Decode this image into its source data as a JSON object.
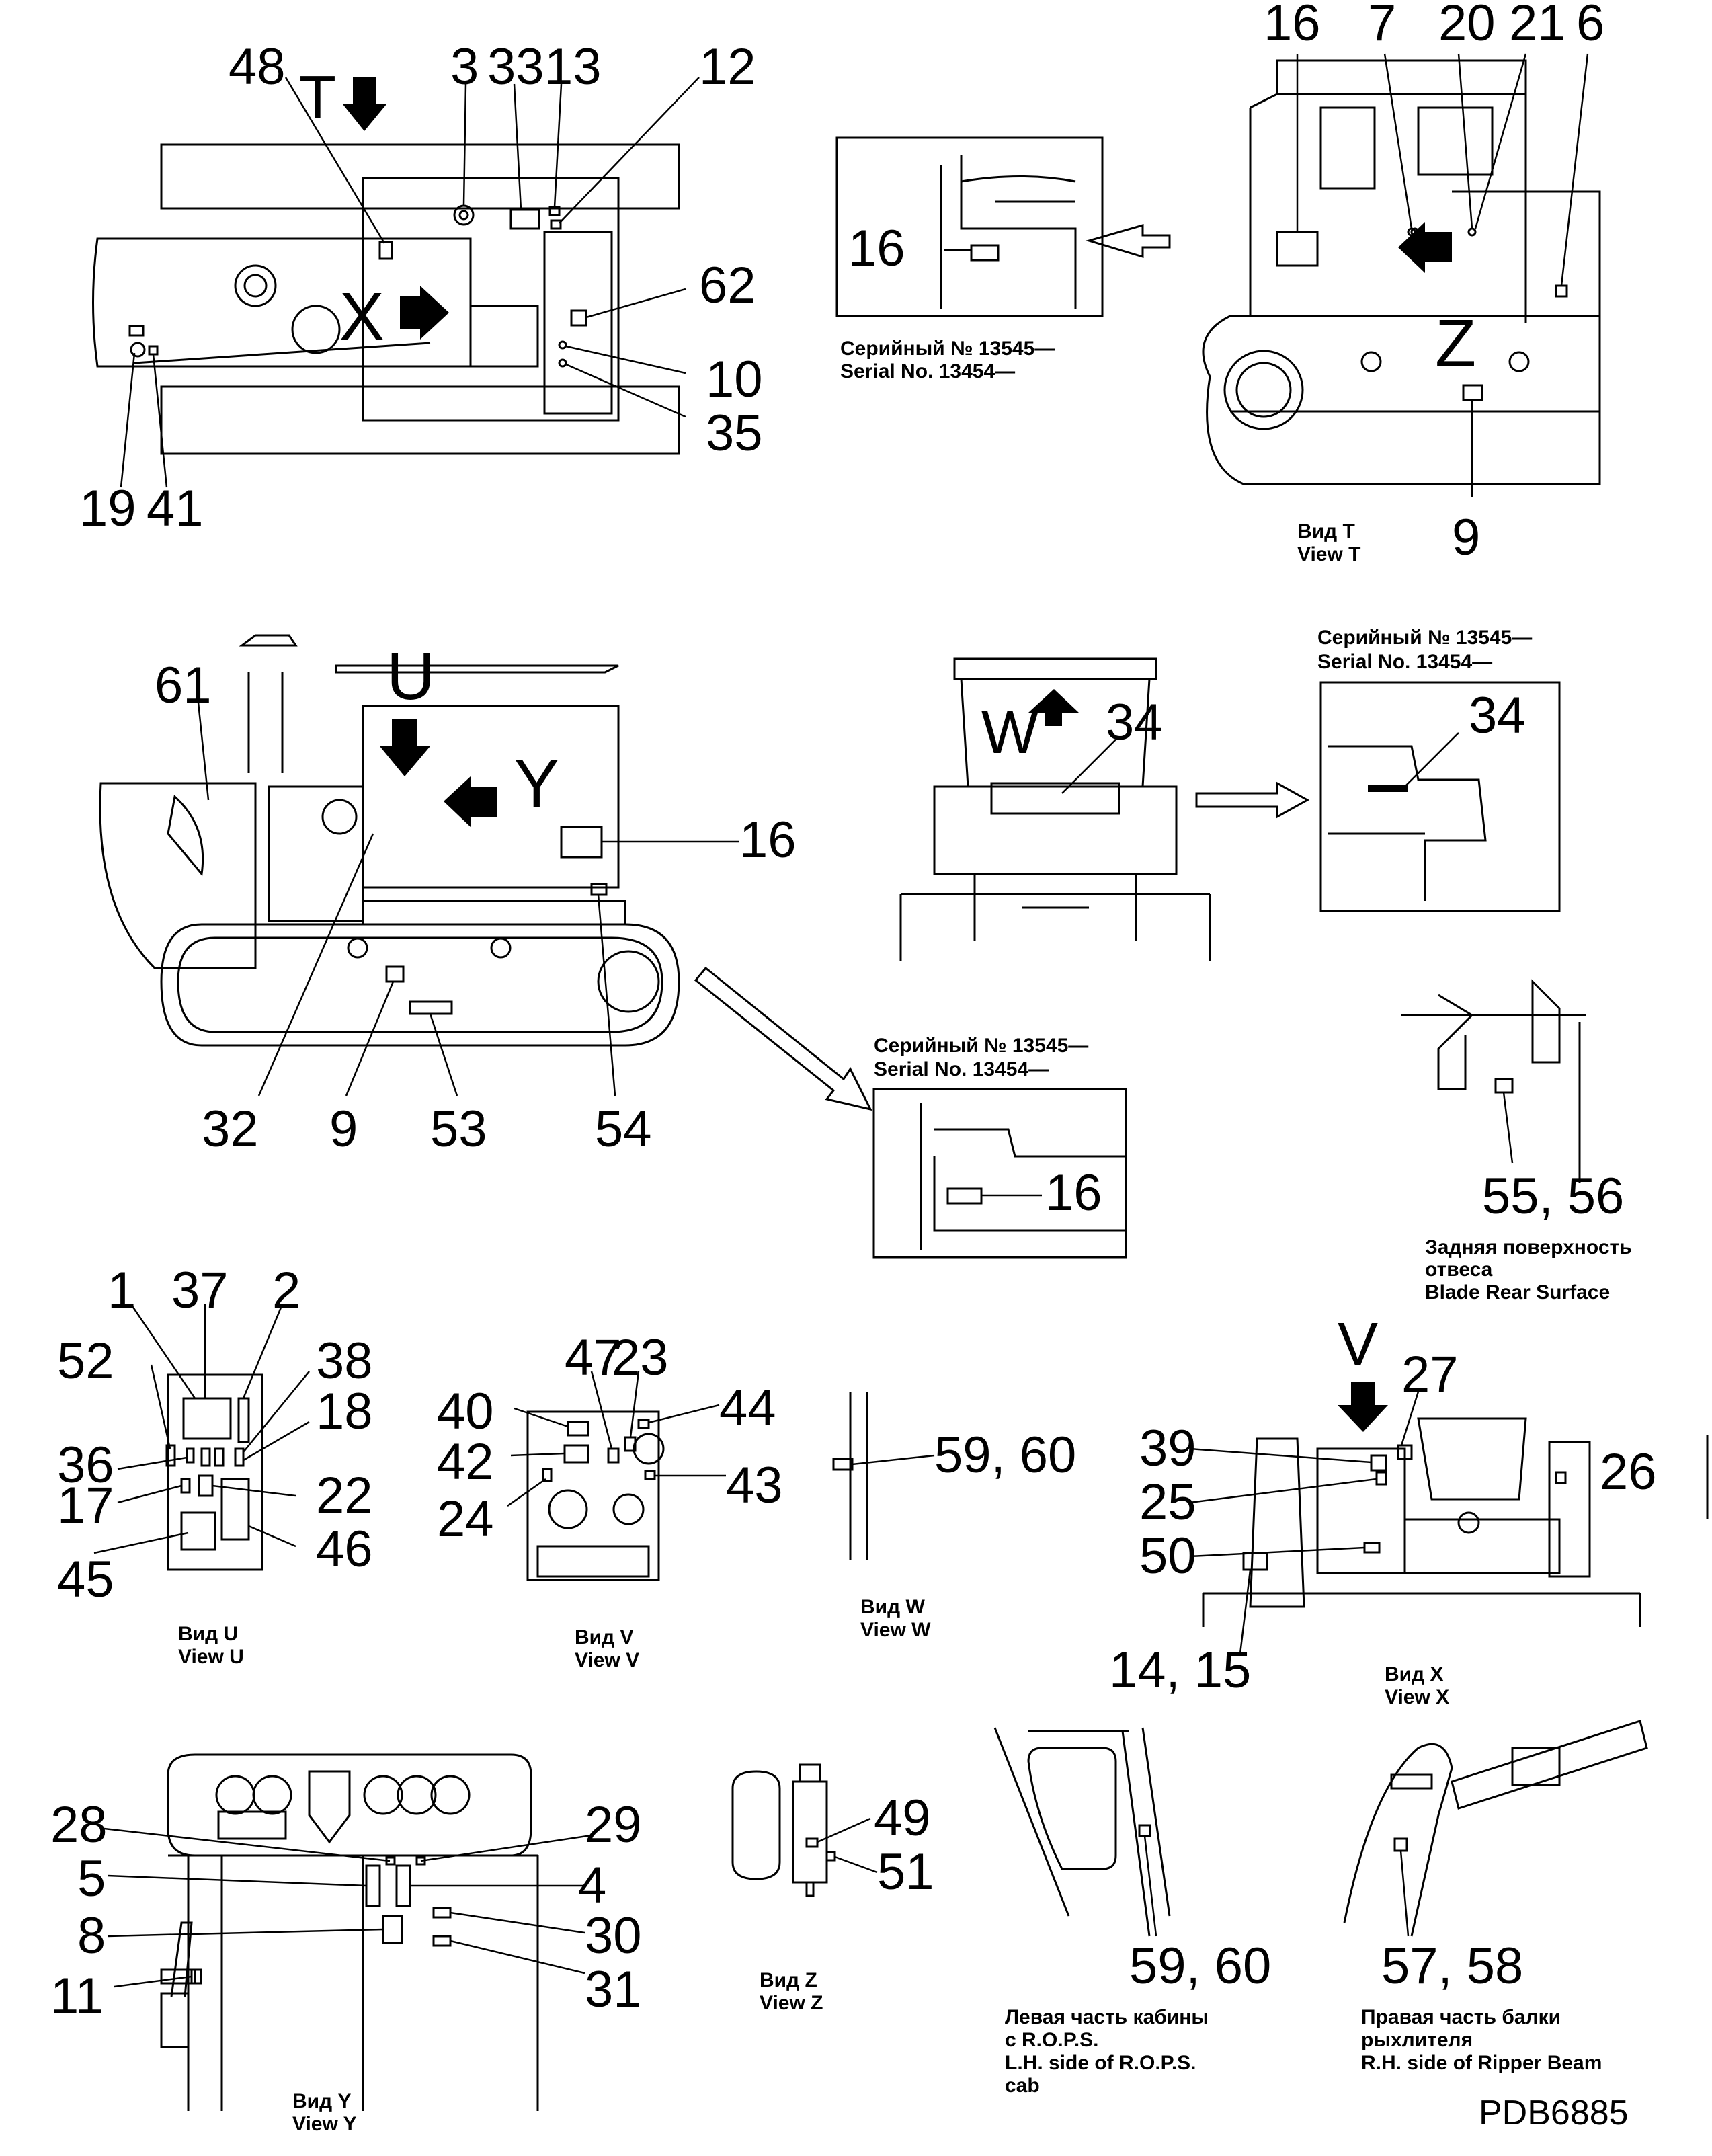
{
  "document_code": "PDB6885",
  "serial_ru": "Серийный № 13545—",
  "serial_en": "Serial No. 13454—",
  "views": {
    "top": {
      "letters": [
        "T",
        "X"
      ],
      "callouts": [
        "48",
        "3",
        "33",
        "13",
        "12",
        "62",
        "10",
        "35",
        "19",
        "41"
      ]
    },
    "view_t": {
      "caption_ru": "Вид T",
      "caption_en": "View T",
      "letter": "Z",
      "callouts": [
        "16",
        "7",
        "20",
        "21",
        "6",
        "9"
      ],
      "detail_callout": "16"
    },
    "side": {
      "letters": [
        "U",
        "Y"
      ],
      "callouts": [
        "61",
        "16",
        "32",
        "9",
        "53",
        "54"
      ],
      "detail_callout": "16"
    },
    "front": {
      "letter": "W",
      "callouts": [
        "34"
      ],
      "detail_callout": "34"
    },
    "blade_rear": {
      "callout": "55, 56",
      "caption_ru_1": "Задняя поверхность",
      "caption_ru_2": "отвеса",
      "caption_en": "Blade Rear Surface"
    },
    "view_u": {
      "caption_ru": "Вид U",
      "caption_en": "View U",
      "callouts": [
        "1",
        "37",
        "2",
        "52",
        "38",
        "18",
        "36",
        "17",
        "22",
        "45",
        "46"
      ]
    },
    "view_v": {
      "caption_ru": "Вид V",
      "caption_en": "View V",
      "callouts": [
        "47",
        "23",
        "44",
        "40",
        "42",
        "43",
        "24"
      ]
    },
    "view_w": {
      "caption_ru": "Вид W",
      "caption_en": "View W",
      "callout": "59, 60"
    },
    "view_x": {
      "caption_ru": "Вид X",
      "caption_en": "View X",
      "letter": "V",
      "callouts": [
        "27",
        "39",
        "26",
        "25",
        "50",
        "14, 15"
      ]
    },
    "view_y": {
      "caption_ru": "Вид Y",
      "caption_en": "View Y",
      "callouts": [
        "28",
        "29",
        "5",
        "4",
        "8",
        "30",
        "11",
        "31"
      ]
    },
    "view_z": {
      "caption_ru": "Вид Z",
      "caption_en": "View Z",
      "callouts": [
        "49",
        "51"
      ]
    },
    "cab_left": {
      "callout": "59, 60",
      "caption_ru_1": "Левая часть кабины",
      "caption_ru_2": "с R.O.P.S.",
      "caption_en_1": "L.H. side of R.O.P.S.",
      "caption_en_2": "cab"
    },
    "ripper": {
      "callout": "57, 58",
      "caption_ru_1": "Правая часть балки",
      "caption_ru_2": "рыхлителя",
      "caption_en": "R.H. side of Ripper Beam"
    }
  }
}
